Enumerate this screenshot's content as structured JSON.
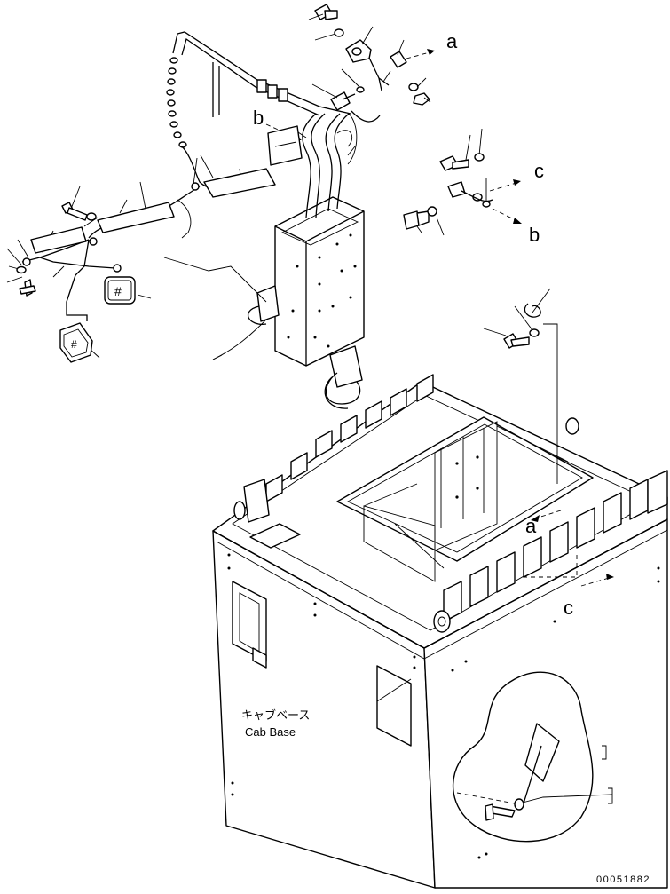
{
  "diagram": {
    "labels": {
      "a_top": "a",
      "a_frame": "a",
      "b_harness": "b",
      "b_connector": "b",
      "c_connector": "c",
      "c_frame": "c"
    },
    "cab_base_label_jp": "キャブベース",
    "cab_base_label_en": "Cab Base",
    "lamp_symbol": "#",
    "part_number": "00051882"
  }
}
